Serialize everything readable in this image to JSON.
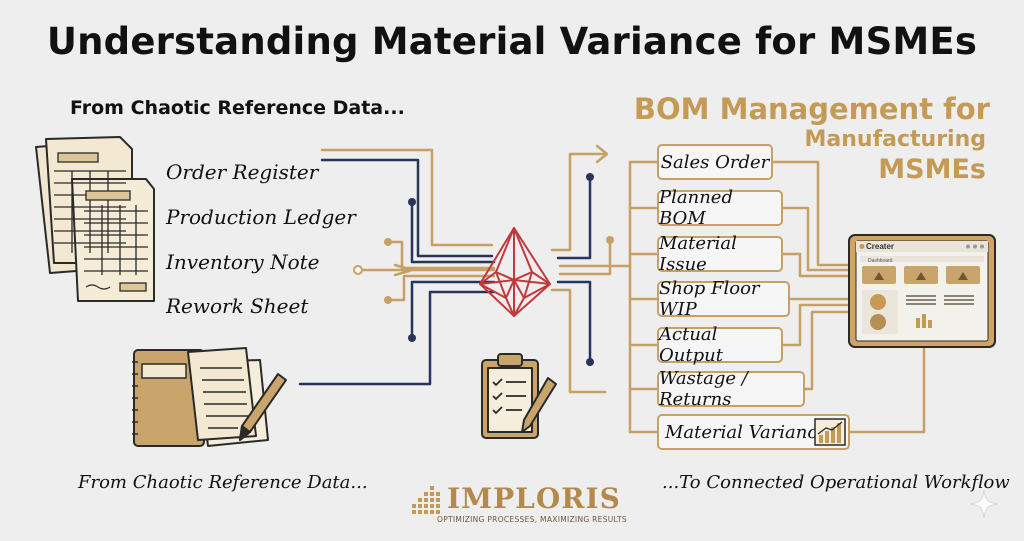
{
  "title": "Understanding Material Variance for MSMEs",
  "left_heading": "From Chaotic Reference Data...",
  "sources": [
    "Order Register",
    "Production Ledger",
    "Inventory Note",
    "Rework Sheet"
  ],
  "bom_title": {
    "line1": "BOM Management for",
    "line2": "Manufacturing",
    "line3": "MSMEs"
  },
  "steps": [
    "Sales Order",
    "Planned BOM",
    "Material Issue",
    "Shop Floor WIP",
    "Actual Output",
    "Wastage / Returns",
    "Material Variance"
  ],
  "footer_left": "From Chaotic Reference Data...",
  "footer_right": "...To Connected Operational Workflow",
  "brand": {
    "name": "IMPLORIS",
    "tagline": "OPTIMIZING PROCESSES, MAXIMIZING RESULTS"
  },
  "tablet": {
    "title": "Creater",
    "subtitle": "Dashboard"
  },
  "colors": {
    "gold": "#c49a55",
    "navy": "#27355a",
    "red": "#c0393b",
    "background": "#eeeeef"
  },
  "icons": [
    "spreadsheet-stack-icon",
    "notebook-pencil-icon",
    "prism-hub-icon",
    "clipboard-checklist-icon",
    "bar-chart-icon",
    "tablet-dashboard-icon",
    "sparkle-icon"
  ]
}
